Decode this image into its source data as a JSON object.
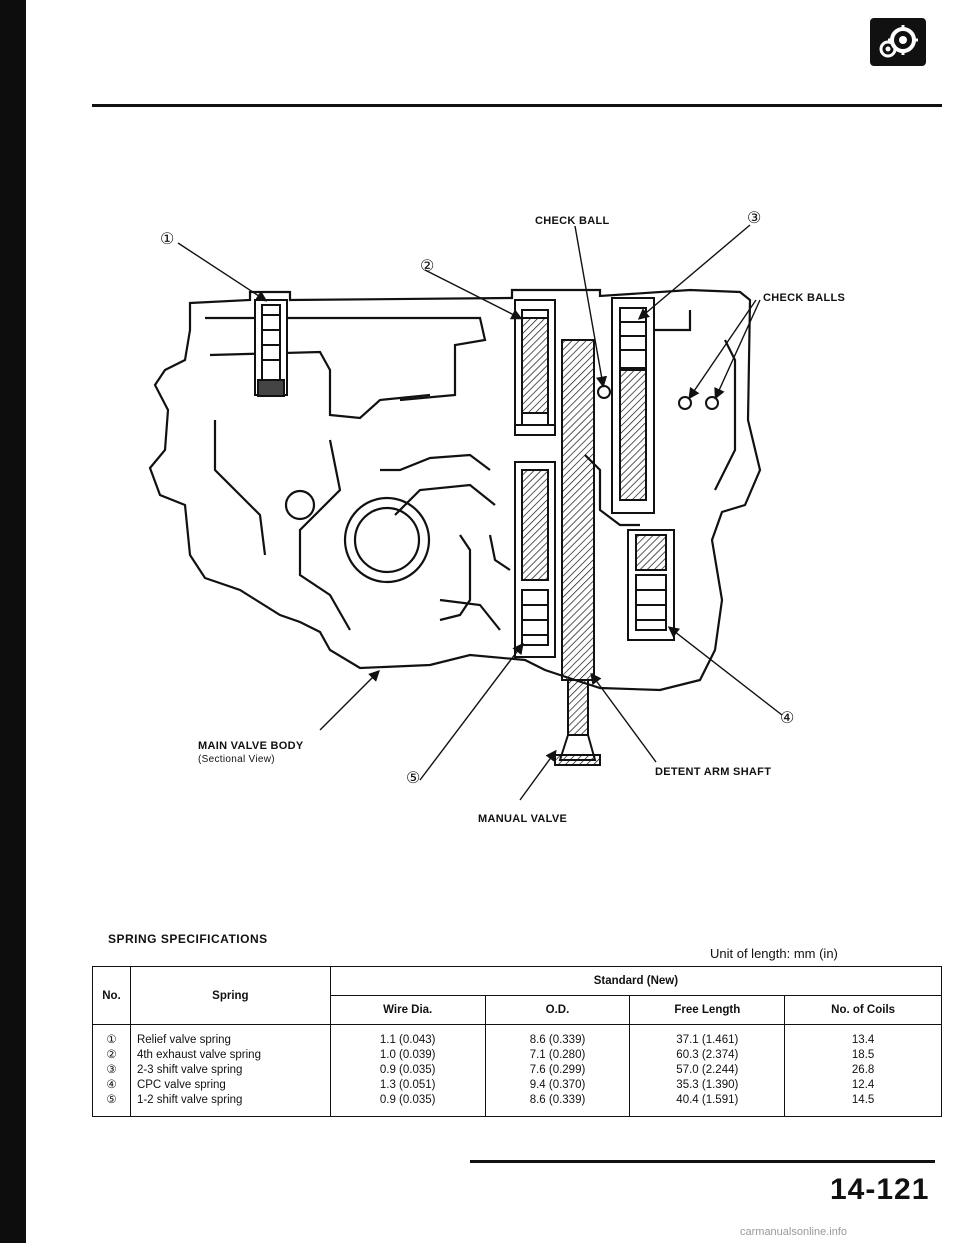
{
  "header": {
    "icon": "gear-badge-icon"
  },
  "diagram": {
    "labels": {
      "check_ball": "CHECK BALL",
      "check_balls": "CHECK BALLS",
      "main_valve_body": "MAIN VALVE BODY",
      "main_valve_body_sub": "(Sectional View)",
      "detent_arm_shaft": "DETENT ARM SHAFT",
      "manual_valve": "MANUAL VALVE"
    },
    "callouts": [
      "①",
      "②",
      "③",
      "④",
      "⑤"
    ]
  },
  "spec": {
    "title": "SPRING SPECIFICATIONS",
    "unit_note": "Unit of length: mm (in)",
    "headers": {
      "no": "No.",
      "spring": "Spring",
      "standard": "Standard (New)",
      "wire": "Wire Dia.",
      "od": "O.D.",
      "free": "Free Length",
      "coils": "No. of Coils"
    },
    "rows": [
      {
        "no": "①",
        "spring": "Relief valve spring",
        "wire": "1.1 (0.043)",
        "od": "8.6 (0.339)",
        "free": "37.1 (1.461)",
        "coils": "13.4"
      },
      {
        "no": "②",
        "spring": "4th exhaust valve spring",
        "wire": "1.0 (0.039)",
        "od": "7.1 (0.280)",
        "free": "60.3 (2.374)",
        "coils": "18.5"
      },
      {
        "no": "③",
        "spring": "2-3 shift valve spring",
        "wire": "0.9 (0.035)",
        "od": "7.6 (0.299)",
        "free": "57.0 (2.244)",
        "coils": "26.8"
      },
      {
        "no": "④",
        "spring": "CPC valve spring",
        "wire": "1.3 (0.051)",
        "od": "9.4 (0.370)",
        "free": "35.3 (1.390)",
        "coils": "12.4"
      },
      {
        "no": "⑤",
        "spring": "1-2 shift valve spring",
        "wire": "0.9 (0.035)",
        "od": "8.6 (0.339)",
        "free": "40.4 (1.591)",
        "coils": "14.5"
      }
    ]
  },
  "footer": {
    "page_number": "14-121",
    "watermark": "carmanualsonline.info"
  }
}
